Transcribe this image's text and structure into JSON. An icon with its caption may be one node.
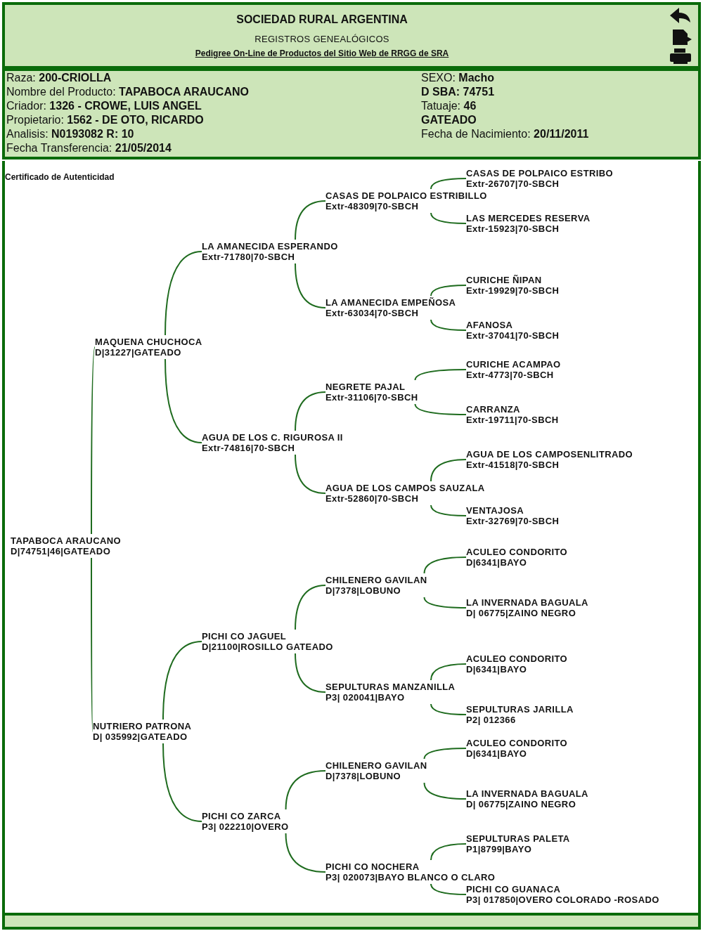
{
  "diagram": {
    "title": "SOCIEDAD RURAL ARGENTINA",
    "nodes": [
      {
        "text": [
          "TAPABOCA ARAUCANO",
          "D|74751|46|GATEADO"
        ]
      },
      {
        "text": [
          "MAQUENA CHUCHOCA",
          "D|31227|GATEADO"
        ]
      },
      {
        "text": [
          "NUTRIERO PATRONA",
          "D| 035992|GATEADO"
        ]
      },
      {
        "text": [
          "LA AMANECIDA ESPERANDO",
          "Extr-71780|70-SBCH"
        ]
      },
      {
        "text": [
          "AGUA DE LOS C. RIGUROSA II",
          "Extr-74816|70-SBCH"
        ]
      },
      {
        "text": [
          "PICHI CO JAGUEL",
          "D|21100|ROSILLO GATEADO"
        ]
      },
      {
        "text": [
          "PICHI CO ZARCA",
          "P3| 022210|OVERO"
        ]
      },
      {
        "text": [
          "CASAS DE POLPAICO ESTRIBILLO",
          "Extr-48309|70-SBCH"
        ]
      },
      {
        "text": [
          "LA AMANECIDA EMPEÑOSA",
          "Extr-63034|70-SBCH"
        ]
      },
      {
        "text": [
          "NEGRETE PAJAL",
          "Extr-31106|70-SBCH"
        ]
      },
      {
        "text": [
          "AGUA DE LOS CAMPOS SAUZALA",
          "Extr-52860|70-SBCH"
        ]
      },
      {
        "text": [
          "CHILENERO GAVILAN",
          "D|7378|LOBUNO"
        ]
      },
      {
        "text": [
          "SEPULTURAS MANZANILLA",
          "P3| 020041|BAYO"
        ]
      },
      {
        "text": [
          "CHILENERO GAVILAN",
          "D|7378|LOBUNO"
        ]
      },
      {
        "text": [
          "PICHI CO NOCHERA",
          "P3| 020073|BAYO BLANCO O CLARO"
        ]
      },
      {
        "text": [
          "CASAS DE POLPAICO ESTRIBO",
          "Extr-26707|70-SBCH"
        ]
      },
      {
        "text": [
          "LAS MERCEDES RESERVA",
          "Extr-15923|70-SBCH"
        ]
      },
      {
        "text": [
          "CURICHE ÑIPAN",
          "Extr-19929|70-SBCH"
        ]
      },
      {
        "text": [
          "AFANOSA",
          "Extr-37041|70-SBCH"
        ]
      },
      {
        "text": [
          "CURICHE ACAMPAO",
          "Extr-4773|70-SBCH"
        ]
      },
      {
        "text": [
          "CARRANZA",
          "Extr-19711|70-SBCH"
        ]
      },
      {
        "text": [
          "AGUA DE LOS CAMPOSENLITRADO",
          "Extr-41518|70-SBCH"
        ]
      },
      {
        "text": [
          "VENTAJOSA",
          "Extr-32769|70-SBCH"
        ]
      },
      {
        "text": [
          "ACULEO CONDORITO",
          "D|6341|BAYO"
        ]
      },
      {
        "text": [
          "LA INVERNADA BAGUALA",
          "D| 06775|ZAINO NEGRO"
        ]
      },
      {
        "text": [
          "ACULEO CONDORITO",
          "D|6341|BAYO"
        ]
      },
      {
        "text": [
          "SEPULTURAS JARILLA",
          "P2| 012366"
        ]
      },
      {
        "text": [
          "ACULEO CONDORITO",
          "D|6341|BAYO"
        ]
      },
      {
        "text": [
          "LA INVERNADA BAGUALA",
          "D| 06775|ZAINO NEGRO"
        ]
      },
      {
        "text": [
          "SEPULTURAS PALETA",
          "P1|8799|BAYO"
        ]
      },
      {
        "text": [
          "PICHI CO GUANACA",
          "P3| 017850|OVERO COLORADO -ROSADO"
        ]
      }
    ],
    "edges": [
      {
        "from": 0,
        "to": 1,
        "arrow": "none"
      },
      {
        "from": 0,
        "to": 2,
        "arrow": "none"
      },
      {
        "from": 1,
        "to": 3,
        "arrow": "none"
      },
      {
        "from": 1,
        "to": 4,
        "arrow": "none"
      },
      {
        "from": 2,
        "to": 5,
        "arrow": "none"
      },
      {
        "from": 2,
        "to": 6,
        "arrow": "none"
      },
      {
        "from": 3,
        "to": 7,
        "arrow": "none"
      },
      {
        "from": 3,
        "to": 8,
        "arrow": "none"
      },
      {
        "from": 4,
        "to": 9,
        "arrow": "none"
      },
      {
        "from": 4,
        "to": 10,
        "arrow": "none"
      },
      {
        "from": 5,
        "to": 11,
        "arrow": "none"
      },
      {
        "from": 5,
        "to": 12,
        "arrow": "none"
      },
      {
        "from": 6,
        "to": 13,
        "arrow": "none"
      },
      {
        "from": 6,
        "to": 14,
        "arrow": "none"
      },
      {
        "from": 7,
        "to": 15,
        "arrow": "none"
      },
      {
        "from": 7,
        "to": 16,
        "arrow": "none"
      },
      {
        "from": 8,
        "to": 17,
        "arrow": "none"
      },
      {
        "from": 8,
        "to": 18,
        "arrow": "none"
      },
      {
        "from": 9,
        "to": 19,
        "arrow": "none"
      },
      {
        "from": 9,
        "to": 20,
        "arrow": "none"
      },
      {
        "from": 10,
        "to": 21,
        "arrow": "none"
      },
      {
        "from": 10,
        "to": 22,
        "arrow": "none"
      },
      {
        "from": 11,
        "to": 23,
        "arrow": "none"
      },
      {
        "from": 11,
        "to": 24,
        "arrow": "none"
      },
      {
        "from": 12,
        "to": 25,
        "arrow": "none"
      },
      {
        "from": 12,
        "to": 26,
        "arrow": "none"
      },
      {
        "from": 13,
        "to": 27,
        "arrow": "none"
      },
      {
        "from": 13,
        "to": 28,
        "arrow": "none"
      },
      {
        "from": 14,
        "to": 29,
        "arrow": "none"
      },
      {
        "from": 14,
        "to": 30,
        "arrow": "none"
      }
    ],
    "labels": [
      "REGISTROS GENEALÓGICOS",
      "Pedigree On-Line de Productos del Sitio Web de RRGG de SRA",
      "Raza: **200-CRIOLLA**",
      "Nombre del Producto: **TAPABOCA ARAUCANO**",
      "Criador: **1326 - CROWE, LUIS ANGEL**",
      "Propietario: **1562 - DE OTO, RICARDO**",
      "Analisis: **N0193082 R: 10**",
      "Fecha Transferencia: **21/05/2014**",
      "SEXO: **Macho**",
      "D SBA: 74751",
      "Tatuaje: **46**",
      "GATEADO",
      "Fecha de Nacimiento: **20/11/2011**",
      "Certificado de Autenticidad"
    ]
  }
}
